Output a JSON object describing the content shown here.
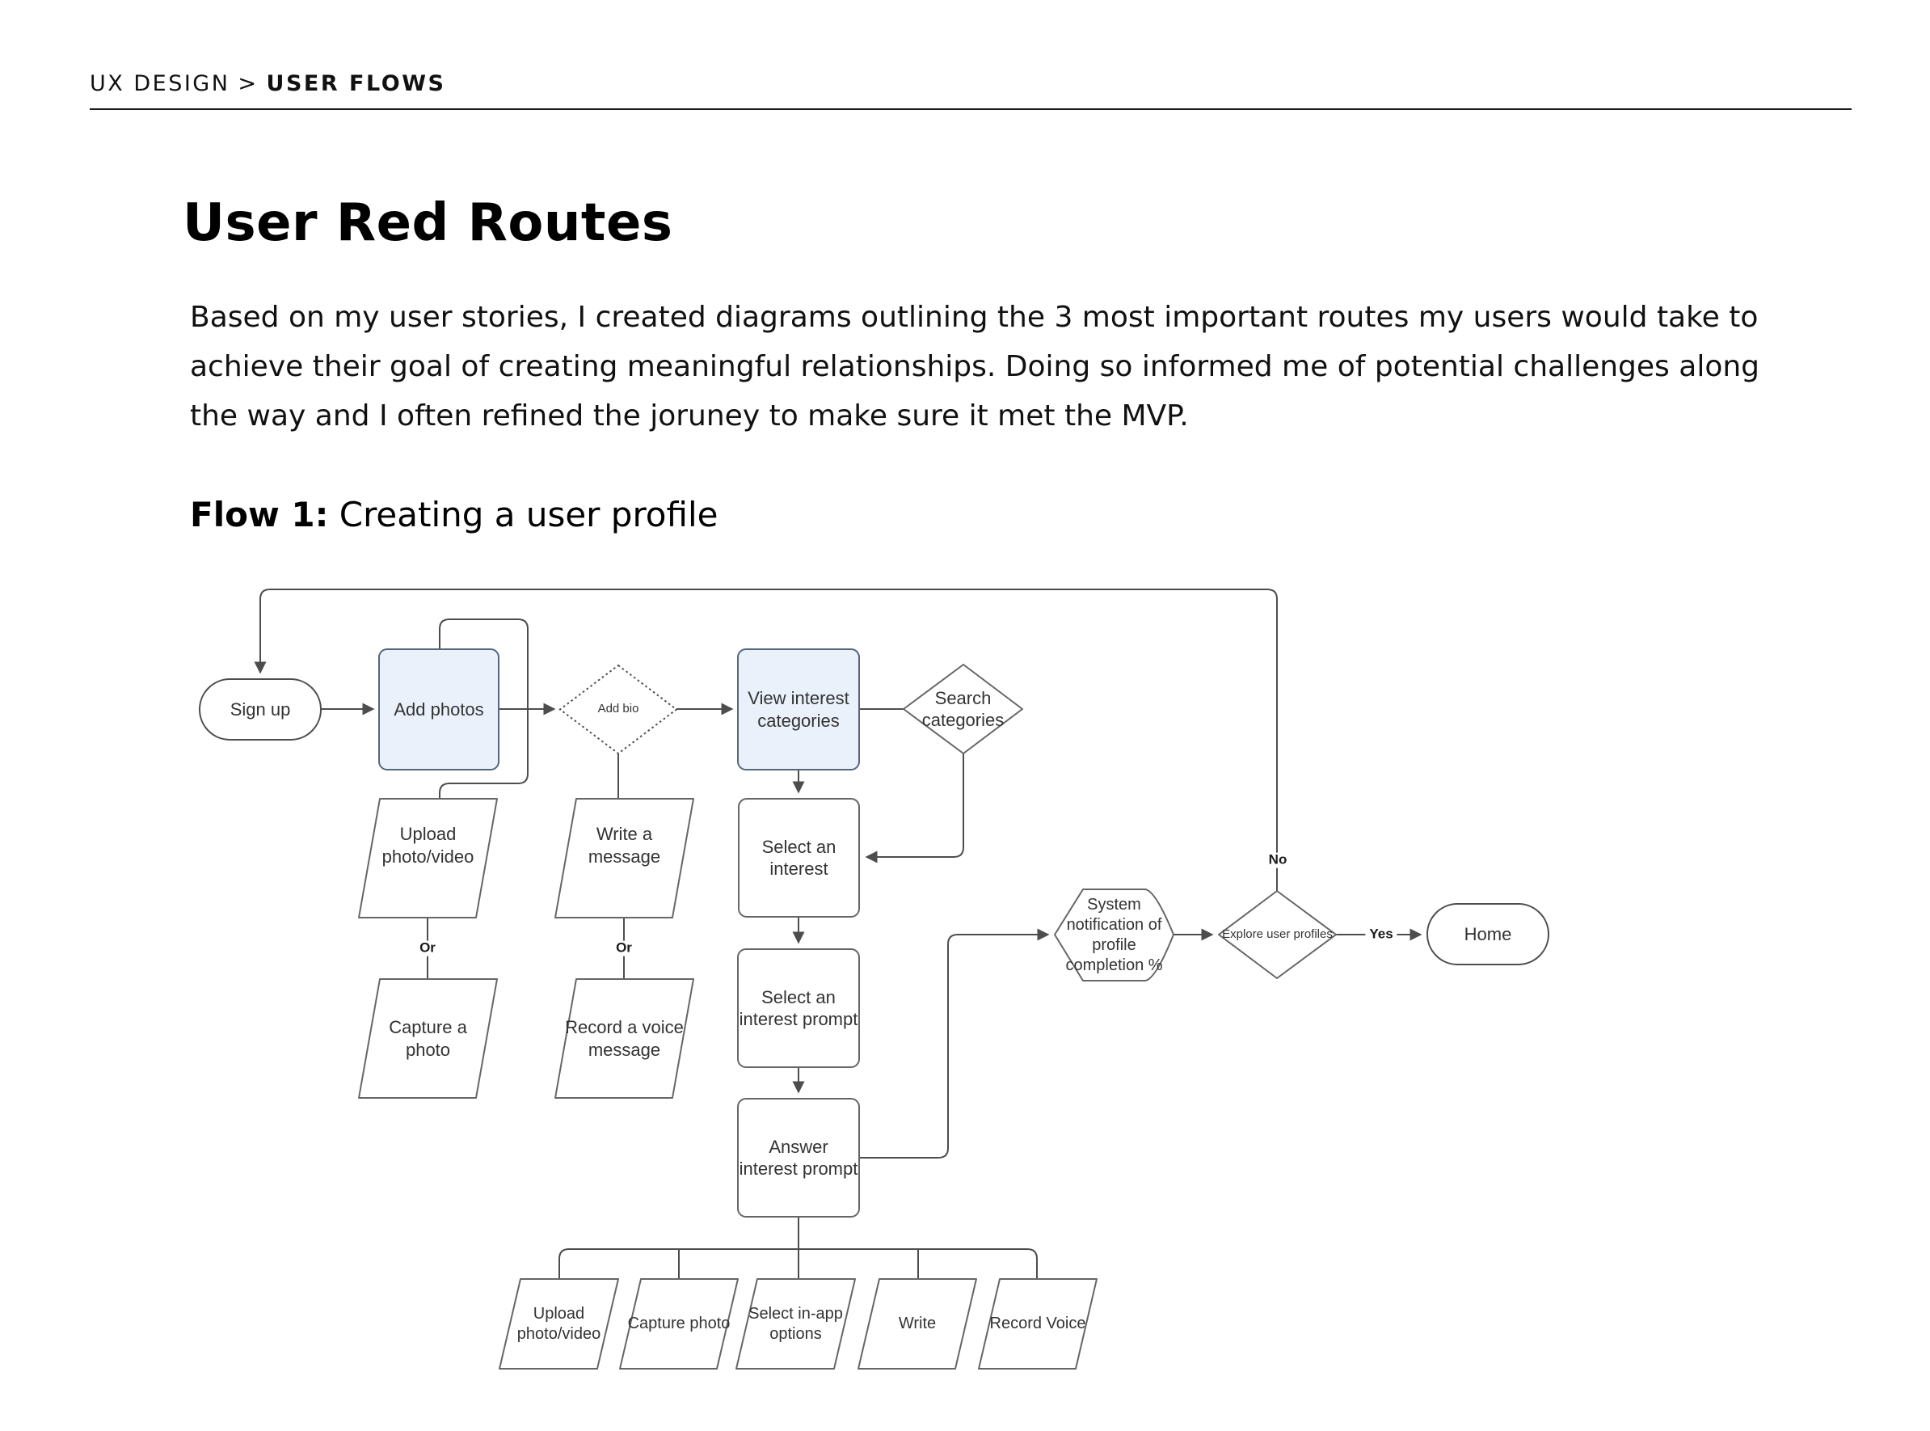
{
  "header": {
    "breadcrumb_section": "UX DESIGN",
    "breadcrumb_separator": ">",
    "breadcrumb_current": "USER FLOWS"
  },
  "content": {
    "title": "User Red Routes",
    "intro": "Based on my user stories, I created diagrams outlining the 3 most important routes my users would take to achieve their goal of creating meaningful relationships. Doing so informed me of potential challenges along the way and I often refined the joruney to make sure it met the MVP.",
    "flow_label": "Flow 1:",
    "flow_title": " Creating a user profile"
  },
  "diagram": {
    "colors": {
      "highlight_fill": "#EAF1FB",
      "highlight_stroke": "#54677C",
      "shape_stroke": "#666666",
      "connector": "#4D4D4D",
      "text": "#333333"
    },
    "nodes": {
      "sign_up": {
        "label": "Sign up",
        "type": "terminator"
      },
      "add_photos": {
        "label": "Add photos",
        "type": "process-highlighted"
      },
      "add_bio": {
        "label": "Add bio",
        "type": "decision-dotted"
      },
      "view_interest_categories": {
        "label": "View interest categories",
        "type": "process-highlighted"
      },
      "search_categories": {
        "label": "Search categories",
        "type": "decision"
      },
      "upload_photo_video": {
        "label": "Upload photo/video",
        "type": "input"
      },
      "write_a_message": {
        "label": "Write a message",
        "type": "input"
      },
      "select_an_interest": {
        "label": "Select an interest",
        "type": "process"
      },
      "capture_a_photo": {
        "label": "Capture a photo",
        "type": "input"
      },
      "record_a_voice_message": {
        "label": "Record a voice message",
        "type": "input"
      },
      "select_an_interest_prompt": {
        "label": "Select an interest prompt",
        "type": "process"
      },
      "answer_interest_prompt": {
        "label": "Answer interest prompt",
        "type": "process"
      },
      "system_notification": {
        "label": "System notification of profile completion %",
        "type": "preparation"
      },
      "explore_user_profiles": {
        "label": "Explore user profiles",
        "type": "decision"
      },
      "home": {
        "label": "Home",
        "type": "terminator"
      },
      "bottom_upload_photo_video": {
        "label": "Upload photo/video",
        "type": "input"
      },
      "bottom_capture_photo": {
        "label": "Capture photo",
        "type": "input"
      },
      "bottom_select_in_app_options": {
        "label": "Select in-app options",
        "type": "input"
      },
      "bottom_write": {
        "label": "Write",
        "type": "input"
      },
      "bottom_record_voice": {
        "label": "Record Voice",
        "type": "input"
      }
    },
    "edge_labels": {
      "or_photos": "Or",
      "or_message": "Or",
      "no": "No",
      "yes": "Yes"
    }
  }
}
